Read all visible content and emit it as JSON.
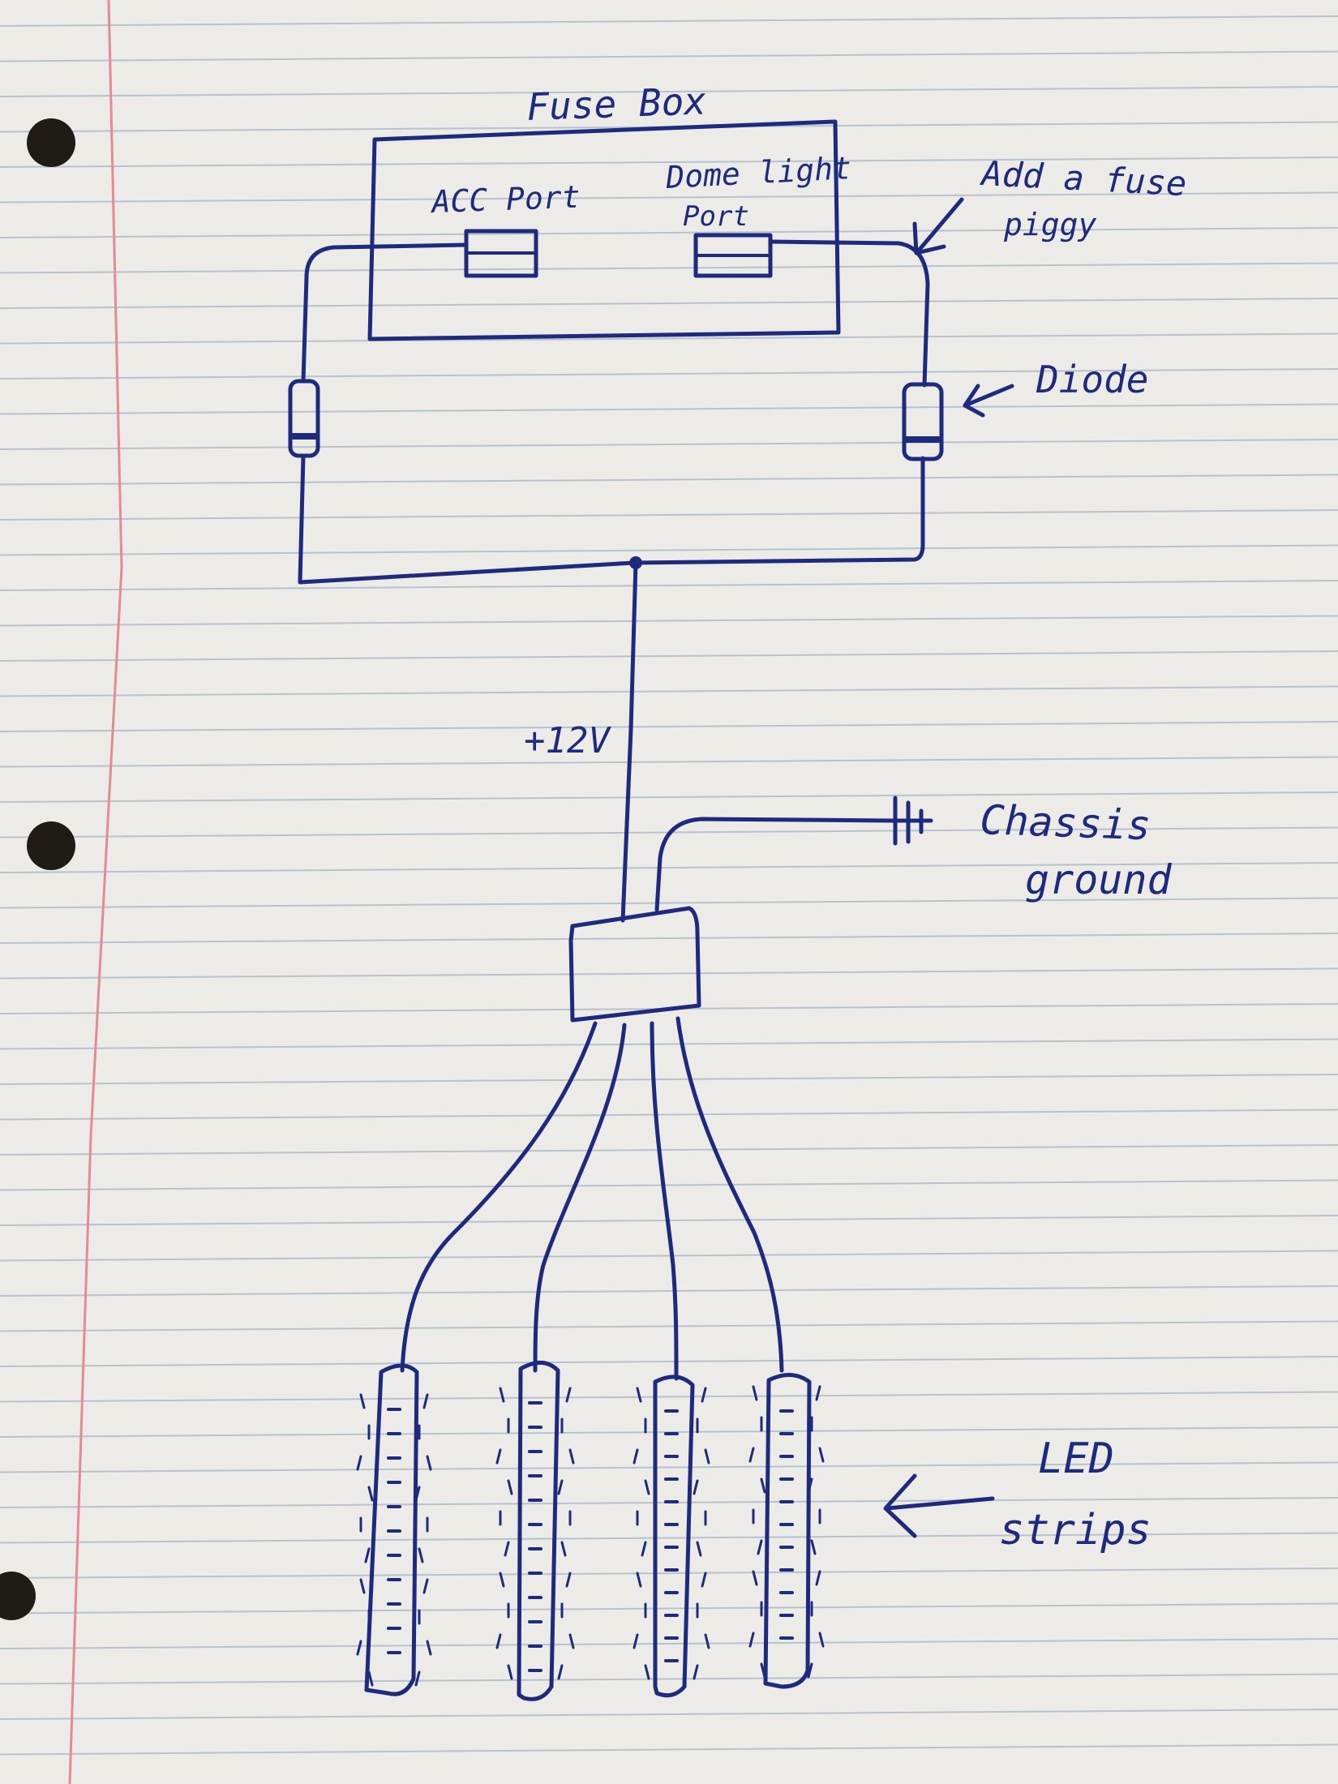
{
  "colors": {
    "paper": "#ecebe7",
    "rule_line": "#b7c2cf",
    "margin_line": "#e58a95",
    "ink": "#1d2a7e",
    "hole": "#1f1c18"
  },
  "labels": {
    "fuse_box": "Fuse Box",
    "acc_port": "ACC Port",
    "dome_light_line1": "Dome light",
    "dome_light_line2": "Port",
    "add_fuse_line1": "Add a fuse",
    "add_fuse_line2": "piggy",
    "diode": "Diode",
    "voltage": "+12V",
    "chassis_line1": "Chassis",
    "chassis_line2": "ground",
    "led_line1": "LED",
    "led_line2": "strips"
  },
  "icons": {
    "diode": "diode-icon",
    "ground": "ground-symbol-icon",
    "arrow": "arrow-icon"
  }
}
